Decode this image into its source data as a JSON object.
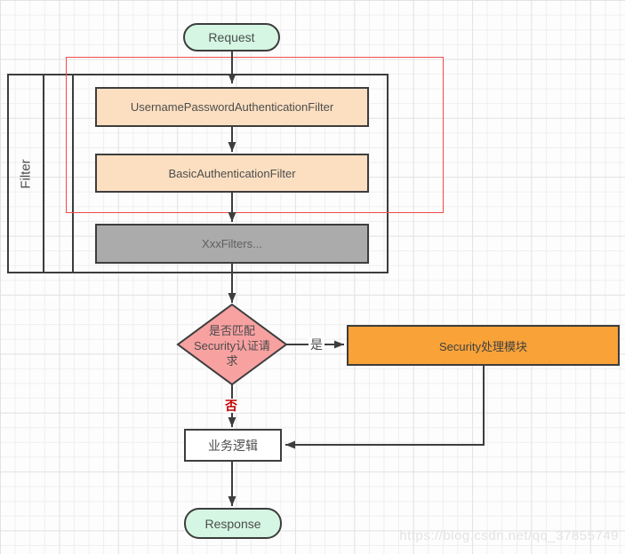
{
  "colors": {
    "stroke": "#3d3d3d",
    "terminal_fill": "#d4f6e2",
    "auth_filter_fill": "#fcdfc1",
    "xxx_filter_fill": "#ababab",
    "decision_fill": "#f8a1a1",
    "security_fill": "#f8a238",
    "highlight_rect_red": "#f14b4b",
    "no_label_red": "#c00000"
  },
  "nodes": {
    "request": "Request",
    "lane": "Filter",
    "filters": [
      "UsernamePasswordAuthenticationFilter",
      "BasicAuthenticationFilter",
      "XxxFilters..."
    ],
    "decision": "是否匹配\nSecurity认证请\n求",
    "security_module": "Security处理模块",
    "business_logic": "业务逻辑",
    "response": "Response"
  },
  "edges": {
    "yes": "是",
    "no": "否"
  },
  "watermark": "https://blog.csdn.net/qq_37855749"
}
